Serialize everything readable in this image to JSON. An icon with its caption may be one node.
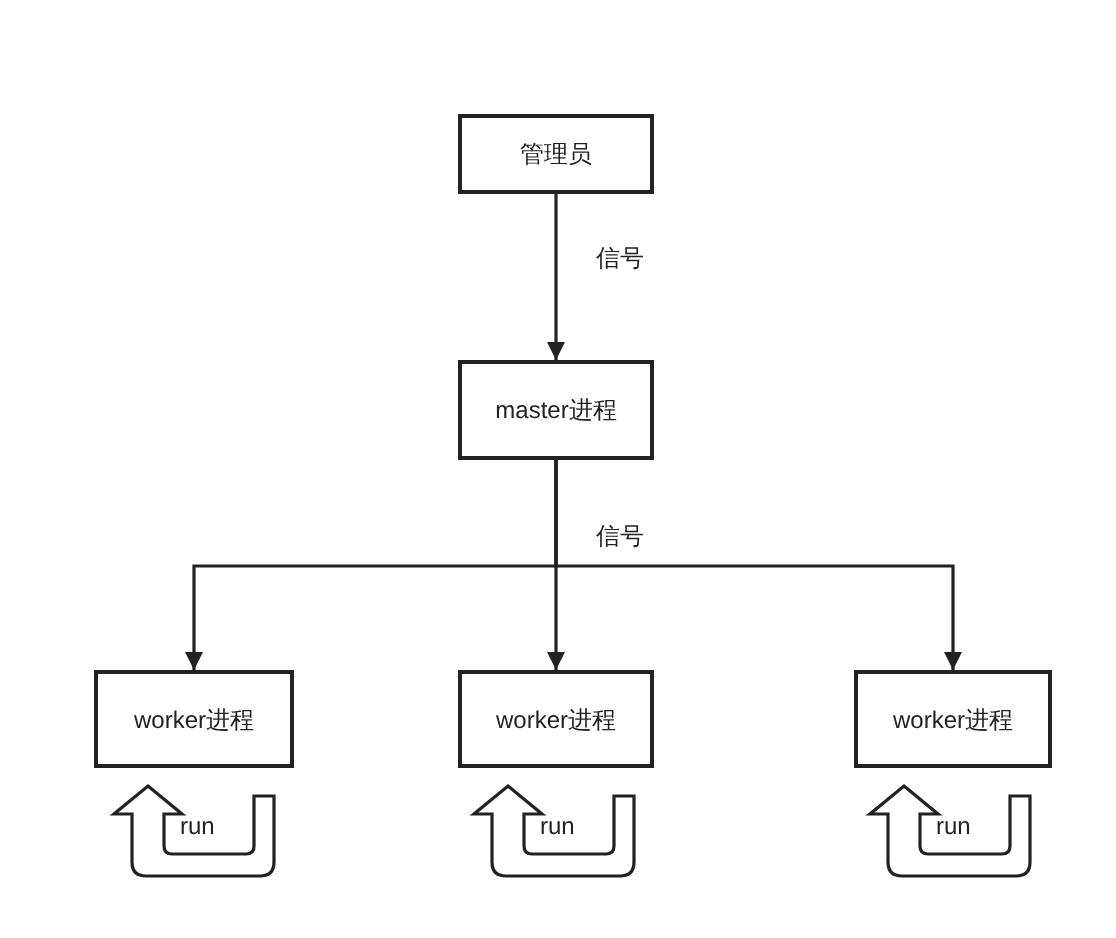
{
  "diagram": {
    "nodes": [
      {
        "text": [
          "管理员"
        ]
      },
      {
        "text": [
          "master进程"
        ]
      },
      {
        "text": [
          "worker进程"
        ]
      },
      {
        "text": [
          "worker进程"
        ]
      },
      {
        "text": [
          "worker进程"
        ]
      }
    ],
    "edges": [
      {
        "from": 0,
        "to": 1,
        "arrow": "to",
        "label": "信号"
      },
      {
        "from": 1,
        "to": 2,
        "arrow": "to"
      },
      {
        "from": 1,
        "to": 3,
        "arrow": "to",
        "label": "信号"
      },
      {
        "from": 1,
        "to": 4,
        "arrow": "to"
      }
    ],
    "labels": [
      "run",
      "run",
      "run"
    ]
  }
}
